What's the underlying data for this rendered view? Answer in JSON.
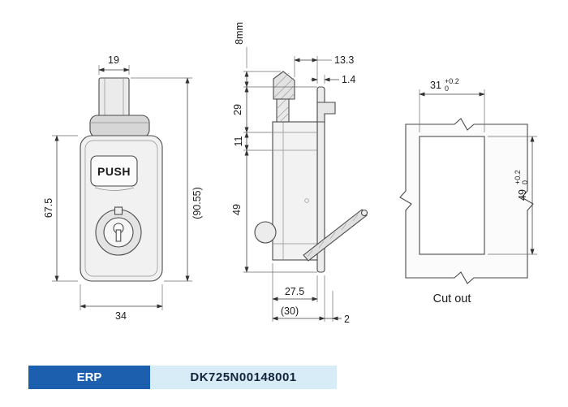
{
  "views": {
    "front": {
      "dim_width_top": "19",
      "dim_height_left": "67.5",
      "dim_height_right": "(90.55)",
      "dim_width_bottom": "34",
      "button_label": "PUSH"
    },
    "side": {
      "dim_latch": "8mm",
      "dim_head": "13.3",
      "dim_panel": "1.4",
      "dim_a": "29",
      "dim_b": "11",
      "dim_c": "49",
      "dim_depth": "27.5",
      "dim_depth_overall": "(30)",
      "dim_rear": "2"
    },
    "cutout": {
      "caption": "Cut out",
      "width": {
        "value": "31",
        "tol_upper": "+0.2",
        "tol_lower": "0"
      },
      "height": {
        "value": "49",
        "tol_upper": "+0.2",
        "tol_lower": "0"
      }
    }
  },
  "footer": {
    "erp_label": "ERP",
    "part_number": "DK725N00148001"
  },
  "colors": {
    "erp_bg": "#1b5fae",
    "part_number_bg": "#d7ecf6",
    "line": "#4a4a4a"
  }
}
